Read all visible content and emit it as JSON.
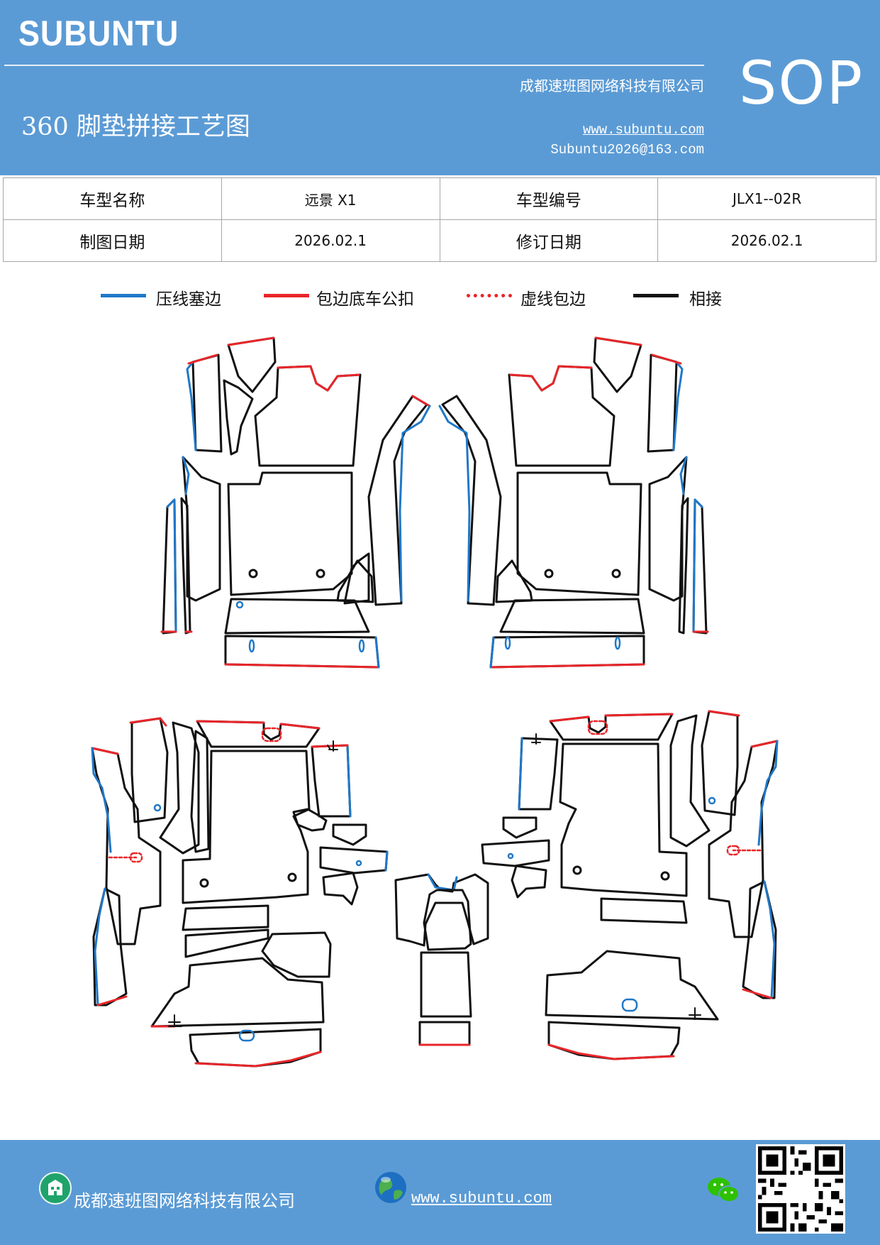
{
  "header": {
    "brand": "SUBUNTU",
    "company": "成都速班图网络科技有限公司",
    "title": "360 脚垫拼接工艺图",
    "website": "www.subuntu.com",
    "email": "Subuntu2026@163.com",
    "badge": "SOP"
  },
  "info": {
    "model_name_label": "车型名称",
    "model_name": "远景 X1",
    "model_code_label": "车型编号",
    "model_code": "JLX1--02R",
    "draw_date_label": "制图日期",
    "draw_date": "2026.02.1",
    "revise_date_label": "修订日期",
    "revise_date": "2026.02.1"
  },
  "legend": [
    {
      "label": "压线塞边",
      "color": "#1f78c8",
      "style": "solid"
    },
    {
      "label": "包边底车公扣",
      "color": "#e8262a",
      "style": "solid"
    },
    {
      "label": "虚线包边",
      "color": "#e8262a",
      "style": "dotted"
    },
    {
      "label": "相接",
      "color": "#111111",
      "style": "solid"
    }
  ],
  "footer": {
    "company": "成都速班图网络科技有限公司",
    "website": "www.subuntu.com",
    "icons": [
      "building-icon",
      "globe-icon",
      "wechat-icon",
      "qr-code"
    ]
  },
  "colors": {
    "header_bg": "#5b9bd5",
    "blue_edge": "#1f78c8",
    "red_edge": "#e8262a"
  }
}
